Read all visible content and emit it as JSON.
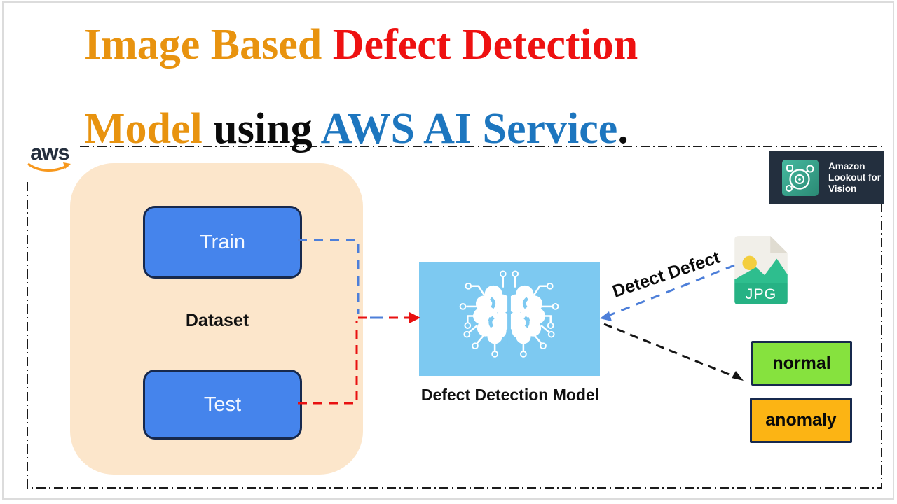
{
  "colors": {
    "title-orange": "#E8930F",
    "title-red": "#EE1111",
    "title-blue": "#1D76BF",
    "peach": "#FCE6CB",
    "button-blue": "#4584EC",
    "button-border": "#17294D",
    "model-blue": "#7DC9F1",
    "normal-green": "#86E23E",
    "anomaly-amber": "#FCB414",
    "badge-navy": "#232F3E",
    "dash-blue": "#4D7FD9",
    "dash-red": "#E81111",
    "dash-black": "#141414",
    "aws-orange": "#F7981D",
    "aws-navy": "#252F3E",
    "jpg-paper": "#F1EFE9",
    "jpg-fold": "#E0DCD1",
    "jpg-sun": "#F3CE3E",
    "jpg-mountain": "#2EBE8E",
    "jpg-band": "#26B284"
  },
  "title": {
    "segment1": "Image Based ",
    "segment2": "Defect Detection",
    "segment3": "Model ",
    "segment4": "using ",
    "segment5": "AWS AI Service",
    "segment6": "."
  },
  "aws_logo": {
    "text": "aws"
  },
  "lookout_badge": {
    "line1": "Amazon",
    "line2": "Lookout for",
    "line3": "Vision"
  },
  "dataset_group": {
    "label": "Dataset",
    "train_button": "Train",
    "test_button": "Test"
  },
  "model": {
    "caption": "Defect Detection Model"
  },
  "annotations": {
    "detect_defect": "Detect Defect"
  },
  "jpg_file": {
    "extension": "JPG"
  },
  "results": {
    "normal": "normal",
    "anomaly": "anomaly"
  }
}
